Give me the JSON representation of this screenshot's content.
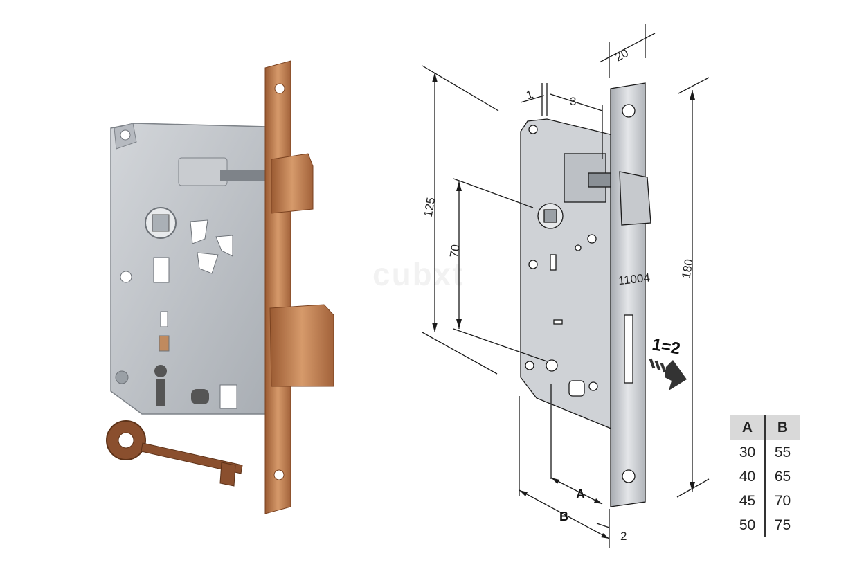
{
  "watermark": "cubxt",
  "dimensions": {
    "width_20": "20",
    "gap_1": "1",
    "offset_3": "3",
    "height_125": "125",
    "height_70": "70",
    "height_180": "180",
    "label_a": "A",
    "label_b": "B",
    "thick_2": "2",
    "model_code": "11004"
  },
  "reversible": {
    "label": "1=2",
    "marks": "III"
  },
  "table": {
    "headers": [
      "A",
      "B"
    ],
    "rows": [
      [
        "30",
        "55"
      ],
      [
        "40",
        "65"
      ],
      [
        "45",
        "70"
      ],
      [
        "50",
        "75"
      ]
    ]
  },
  "colors": {
    "steel": "#c3c7cb",
    "steel_dark": "#8a8f95",
    "copper": "#b06f43",
    "copper_light": "#cf9466",
    "table_header": "#d9d9d9",
    "line": "#1a1a1a"
  }
}
